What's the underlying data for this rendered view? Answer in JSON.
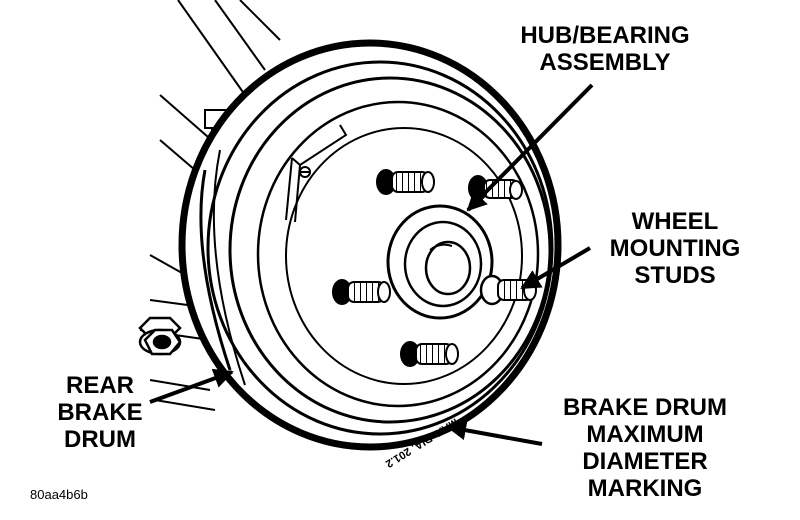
{
  "callouts": {
    "hub_bearing": [
      "HUB/BEARING",
      "ASSEMBLY"
    ],
    "wheel_studs": [
      "WHEEL",
      "MOUNTING",
      "STUDS"
    ],
    "rear_drum": [
      "REAR",
      "BRAKE",
      "DRUM"
    ],
    "drum_marking": [
      "BRAKE DRUM",
      "MAXIMUM",
      "DIAMETER",
      "MARKING"
    ]
  },
  "drum_marking_text": "MAX. DIA. 201.2",
  "figure_id": "80aa4b6b",
  "colors": {
    "ink": "#000000",
    "paper": "#ffffff"
  }
}
